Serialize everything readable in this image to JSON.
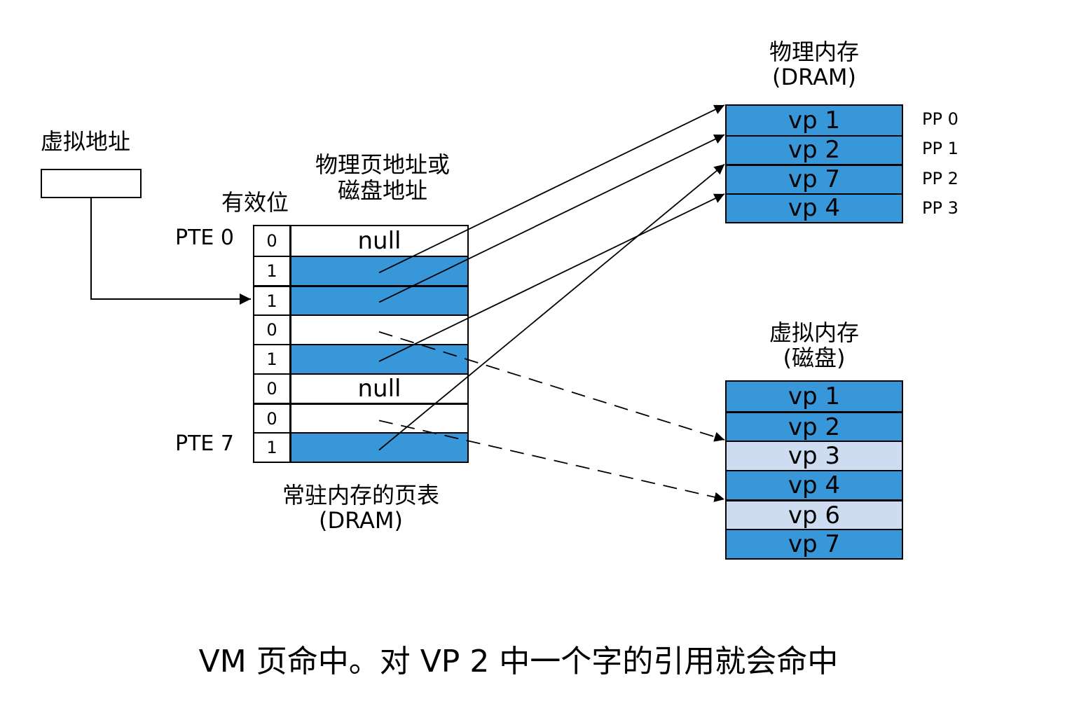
{
  "colors": {
    "cached": "#3797d9",
    "uncached": "#cddcf0",
    "empty": "#ffffff",
    "line": "#000000"
  },
  "virtual_address": {
    "label": "虚拟地址"
  },
  "page_table": {
    "valid_header": "有效位",
    "address_header_line1": "物理页地址或",
    "address_header_line2": "磁盘地址",
    "first_label": "PTE 0",
    "last_label": "PTE 7",
    "caption_line1": "常驻内存的页表",
    "caption_line2": "(DRAM)",
    "rows": [
      {
        "valid": "0",
        "addr": "null",
        "state": "empty"
      },
      {
        "valid": "1",
        "addr": "",
        "state": "cached"
      },
      {
        "valid": "1",
        "addr": "",
        "state": "cached"
      },
      {
        "valid": "0",
        "addr": "",
        "state": "empty"
      },
      {
        "valid": "1",
        "addr": "",
        "state": "cached"
      },
      {
        "valid": "0",
        "addr": "null",
        "state": "empty"
      },
      {
        "valid": "0",
        "addr": "",
        "state": "empty"
      },
      {
        "valid": "1",
        "addr": "",
        "state": "cached"
      }
    ]
  },
  "physical_memory": {
    "title_line1": "物理内存",
    "title_line2": "(DRAM)",
    "pages": [
      {
        "label": "vp 1",
        "pp": "PP 0",
        "state": "cached"
      },
      {
        "label": "vp 2",
        "pp": "PP 1",
        "state": "cached"
      },
      {
        "label": "vp 7",
        "pp": "PP 2",
        "state": "cached"
      },
      {
        "label": "vp 4",
        "pp": "PP 3",
        "state": "cached"
      }
    ]
  },
  "virtual_memory": {
    "title_line1": "虚拟内存",
    "title_line2": "(磁盘)",
    "pages": [
      {
        "label": "vp 1",
        "state": "cached"
      },
      {
        "label": "vp 2",
        "state": "cached"
      },
      {
        "label": "vp 3",
        "state": "uncached"
      },
      {
        "label": "vp 4",
        "state": "cached"
      },
      {
        "label": "vp 6",
        "state": "uncached"
      },
      {
        "label": "vp 7",
        "state": "cached"
      }
    ]
  },
  "mappings": [
    {
      "pte": 1,
      "target": "physical",
      "index": 0,
      "style": "solid"
    },
    {
      "pte": 2,
      "target": "physical",
      "index": 1,
      "style": "solid"
    },
    {
      "pte": 4,
      "target": "physical",
      "index": 3,
      "style": "solid"
    },
    {
      "pte": 7,
      "target": "physical",
      "index": 2,
      "style": "solid"
    },
    {
      "pte": 3,
      "target": "disk",
      "index": 2,
      "style": "dashed"
    },
    {
      "pte": 6,
      "target": "disk",
      "index": 4,
      "style": "dashed"
    }
  ],
  "caption": "VM 页命中。对 VP 2 中一个字的引用就会命中"
}
